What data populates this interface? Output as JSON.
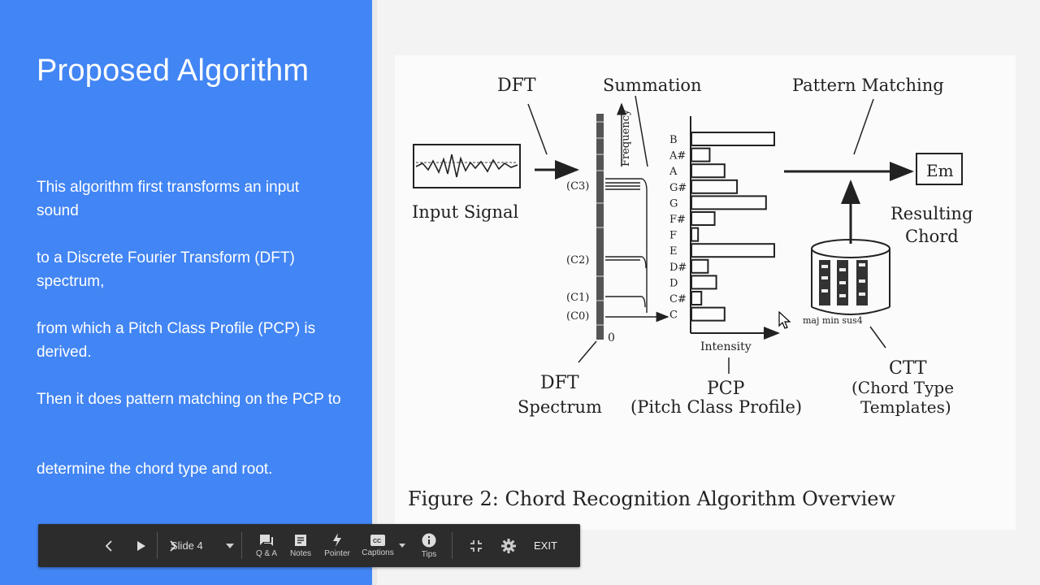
{
  "slide": {
    "title": "Proposed Algorithm",
    "paragraphs": [
      "This algorithm first transforms an input sound",
      "to a Discrete Fourier Transform (DFT) spectrum,",
      "from which a Pitch Class Profile (PCP) is derived.",
      "Then it does pattern matching on the PCP to",
      "determine the chord type and root."
    ]
  },
  "figure": {
    "caption": "Figure 2:  Chord Recognition Algorithm Overview",
    "labels": {
      "dft": "DFT",
      "summation": "Summation",
      "pattern_matching": "Pattern Matching",
      "input_signal": "Input Signal",
      "frequency": "Frequency",
      "resulting_line1": "Resulting",
      "resulting_line2": "Chord",
      "result_box": "Em",
      "dft_spectrum_line1": "DFT",
      "dft_spectrum_line2": "Spectrum",
      "pcp_line1": "PCP",
      "pcp_line2": "(Pitch Class Profile)",
      "ctt_line1": "CTT",
      "ctt_line2": "(Chord Type",
      "ctt_line3": "Templates)",
      "intensity": "Intensity",
      "zero": "0",
      "c3": "(C3)",
      "c2": "(C2)",
      "c1": "(C1)",
      "c0": "(C0)",
      "template_caption": "maj  min  sus4"
    },
    "pitch_classes": [
      "B",
      "A#",
      "A",
      "G#",
      "G",
      "F#",
      "F",
      "E",
      "D#",
      "D",
      "C#",
      "C"
    ],
    "pcp_intensity": [
      1.0,
      0.22,
      0.4,
      0.55,
      0.9,
      0.28,
      0.08,
      1.0,
      0.2,
      0.3,
      0.12,
      0.4
    ]
  },
  "toolbar": {
    "slide_label": "Slide 4",
    "qa_label": "Q & A",
    "notes_label": "Notes",
    "pointer_label": "Pointer",
    "captions_label": "Captions",
    "tips_label": "Tips",
    "exit_label": "EXIT"
  }
}
